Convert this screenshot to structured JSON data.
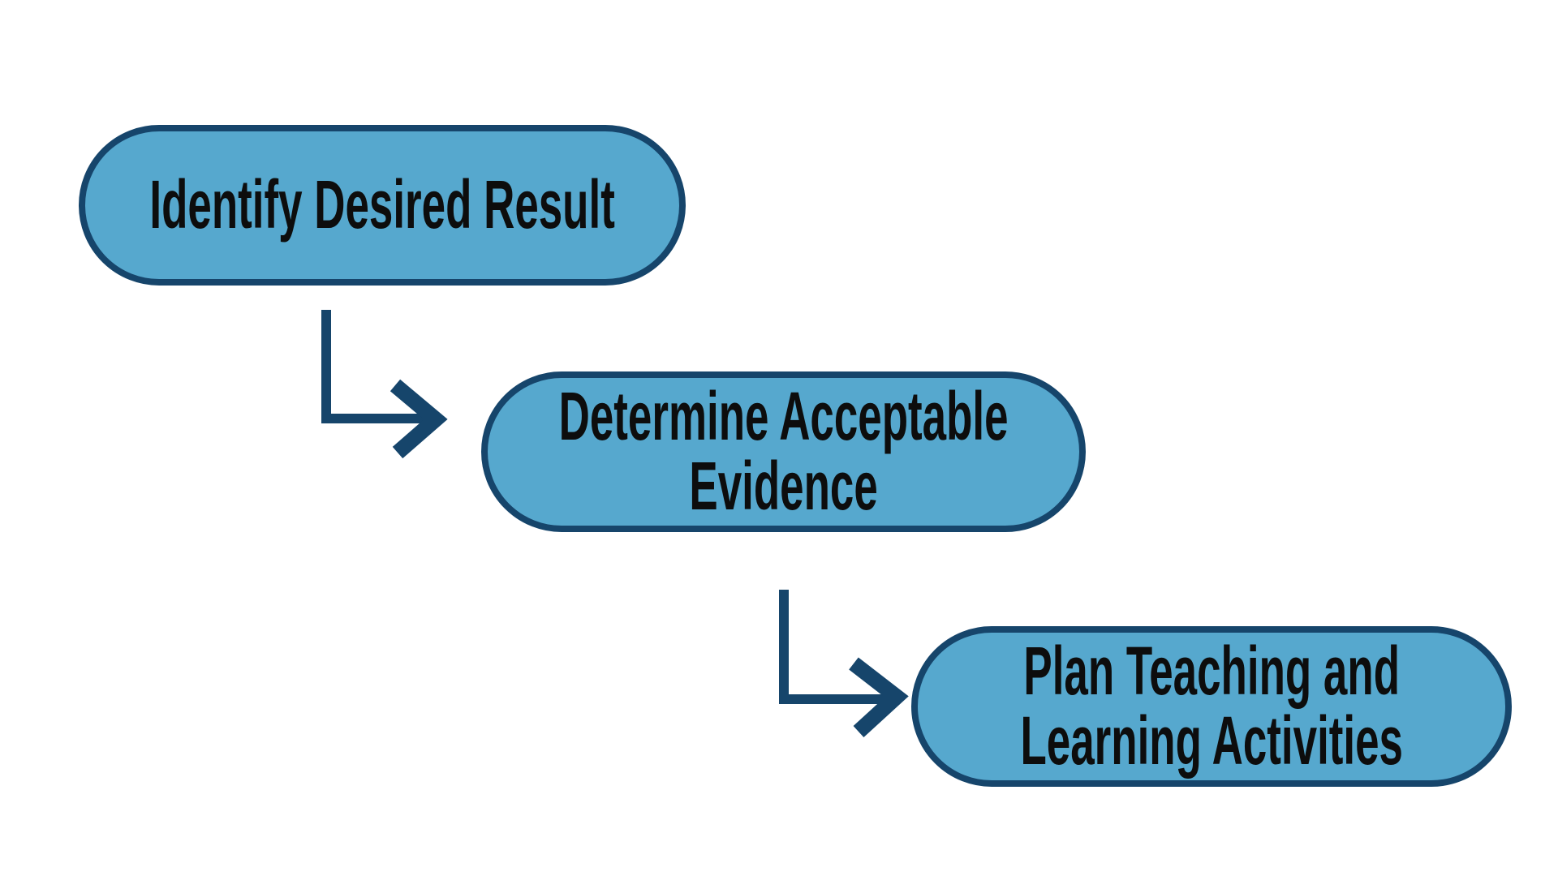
{
  "theme": {
    "node_fill": "#56A8CE",
    "node_border": "#16456B",
    "arrow": "#16456B",
    "text": "#0D0D0D",
    "background": "#FFFFFF"
  },
  "diagram": {
    "type": "flowchart",
    "direction": "top-left to bottom-right staircase",
    "nodes": [
      {
        "id": "identify-desired-result",
        "label": "Identify Desired Result"
      },
      {
        "id": "determine-acceptable-evidence",
        "label": "Determine Acceptable\nEvidence"
      },
      {
        "id": "plan-teaching-and-learning-activities",
        "label": "Plan Teaching and\nLearning Activities"
      }
    ],
    "connections": [
      {
        "from": "identify-desired-result",
        "to": "determine-acceptable-evidence",
        "style": "elbow-down-right-arrow"
      },
      {
        "from": "determine-acceptable-evidence",
        "to": "plan-teaching-and-learning-activities",
        "style": "elbow-down-right-arrow"
      }
    ]
  }
}
